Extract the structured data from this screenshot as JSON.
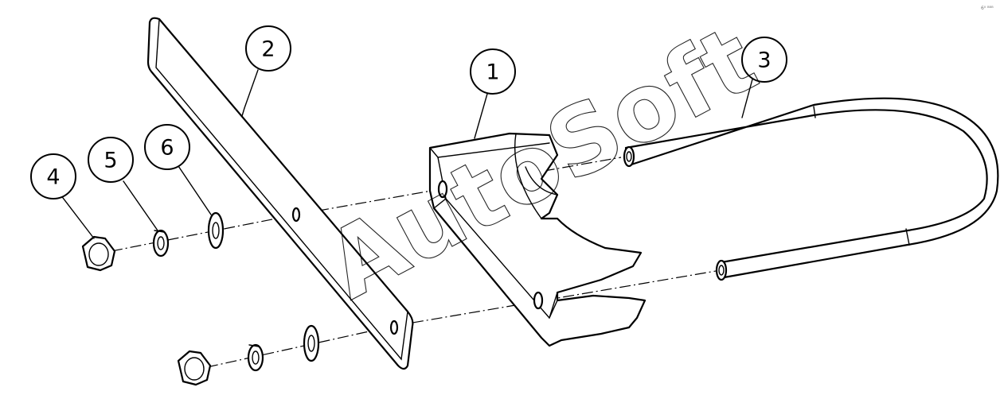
{
  "watermark": "AutoSoft",
  "corner_tag": "6ᴵᴵ ᴮᴮᴮ",
  "callouts": [
    {
      "id": "1",
      "label": "1"
    },
    {
      "id": "2",
      "label": "2"
    },
    {
      "id": "3",
      "label": "3"
    },
    {
      "id": "4",
      "label": "4"
    },
    {
      "id": "5",
      "label": "5"
    },
    {
      "id": "6",
      "label": "6"
    }
  ]
}
